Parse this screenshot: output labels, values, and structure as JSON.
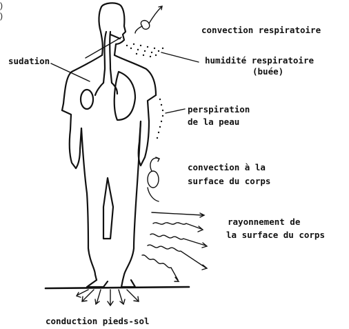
{
  "edge_text": {
    "top": ")",
    "bottom": ")"
  },
  "labels": {
    "convection_respiratoire": "convection respiratoire",
    "humidite_line1": "humidité respiratoire",
    "humidite_line2": "(buée)",
    "sudation": "sudation",
    "perspiration_line1": "perspiration",
    "perspiration_line2": "de la peau",
    "convection_surface_line1": "convection à la",
    "convection_surface_line2": "surface du corps",
    "rayonnement_line1": "rayonnement de",
    "rayonnement_line2": "la surface du corps",
    "conduction": "conduction pieds-sol"
  },
  "colors": {
    "ink": "#111111",
    "background": "#ffffff"
  }
}
